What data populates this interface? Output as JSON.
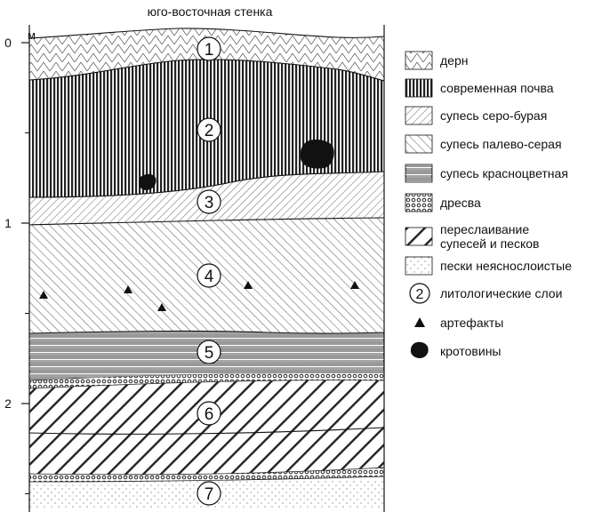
{
  "title": "юго-восточная стенка",
  "axis": {
    "unit": "м",
    "ticks": [
      {
        "label": "0",
        "value": 0
      },
      {
        "label": "1",
        "value": 1
      },
      {
        "label": "2",
        "value": 2
      }
    ]
  },
  "layers": [
    "1",
    "2",
    "3",
    "4",
    "5",
    "6",
    "7"
  ],
  "legend": [
    {
      "label": "дерн",
      "icon": "sod-pattern-icon"
    },
    {
      "label": "современная почва",
      "icon": "modern-soil-pattern-icon"
    },
    {
      "label": "супесь серо-бурая",
      "icon": "grey-brown-sandy-loam-pattern-icon"
    },
    {
      "label": "супесь палево-серая",
      "icon": "pale-grey-sandy-loam-pattern-icon"
    },
    {
      "label": "супесь красноцветная",
      "icon": "red-sandy-loam-pattern-icon"
    },
    {
      "label": "дресва",
      "icon": "gruss-pattern-icon"
    },
    {
      "label": "переслаивание супесей и песков",
      "icon": "interbedding-pattern-icon"
    },
    {
      "label": "пески неяснослоистые",
      "icon": "sands-pattern-icon"
    },
    {
      "label": "литологические слои",
      "icon": "lithologic-layer-number-icon",
      "symbol": "2"
    },
    {
      "label": "артефакты",
      "icon": "artifact-triangle-icon"
    },
    {
      "label": "кротовины",
      "icon": "krotovina-icon"
    }
  ]
}
